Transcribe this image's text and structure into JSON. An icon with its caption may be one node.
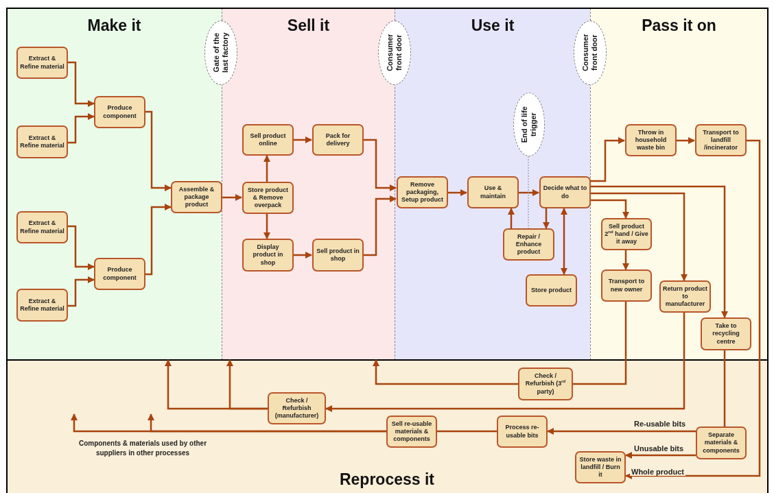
{
  "diagram": {
    "nodes": [
      {
        "text": [
          "Make it"
        ]
      },
      {
        "text": [
          "Sell it"
        ]
      },
      {
        "text": [
          "Use it"
        ]
      },
      {
        "text": [
          "Pass it on"
        ]
      },
      {
        "text": [
          "Reprocess it"
        ]
      },
      {
        "text": [
          "Gate of the last factory"
        ]
      },
      {
        "text": [
          "Consumer front door"
        ]
      },
      {
        "text": [
          "Consumer front door"
        ]
      },
      {
        "text": [
          "Extract & Refine material"
        ],
        "in": 0
      },
      {
        "text": [
          "Extract & Refine material"
        ],
        "in": 0
      },
      {
        "text": [
          "Extract & Refine material"
        ],
        "in": 0
      },
      {
        "text": [
          "Extract & Refine material"
        ],
        "in": 0
      },
      {
        "text": [
          "Produce component"
        ],
        "in": 0
      },
      {
        "text": [
          "Produce component"
        ],
        "in": 0
      },
      {
        "text": [
          "Assemble & package product"
        ],
        "in": 0
      },
      {
        "text": [
          "Store product & Remove overpack"
        ],
        "in": 1
      },
      {
        "text": [
          "Sell product online"
        ],
        "in": 1
      },
      {
        "text": [
          "Pack for delivery"
        ],
        "in": 1
      },
      {
        "text": [
          "Display product in shop"
        ],
        "in": 1
      },
      {
        "text": [
          "Sell product in shop"
        ],
        "in": 1
      },
      {
        "text": [
          "Remove packaging, Setup product"
        ],
        "in": 2
      },
      {
        "text": [
          "Use & maintain"
        ],
        "in": 2
      },
      {
        "text": [
          "End of life trigger"
        ],
        "in": 2
      },
      {
        "text": [
          "Decide what to do"
        ],
        "in": 2
      },
      {
        "text": [
          "Repair / Enhance product"
        ],
        "in": 2
      },
      {
        "text": [
          "Store product"
        ],
        "in": 2
      },
      {
        "text": [
          "Throw in household waste bin"
        ],
        "in": 3
      },
      {
        "text": [
          "Transport to landfill /incinerator"
        ],
        "in": 3
      },
      {
        "text": [
          "Sell product 2$^{nd}$ hand / Give it away"
        ],
        "in": 3
      },
      {
        "text": [
          "Transport to new owner"
        ],
        "in": 3
      },
      {
        "text": [
          "Return product to manufacturer"
        ],
        "in": 3
      },
      {
        "text": [
          "Take to recycling centre"
        ],
        "in": 3
      },
      {
        "text": [
          "Check / Refurbish (3$^{rd}$ party)"
        ],
        "in": 4
      },
      {
        "text": [
          "Check / Refurbish (manufacturer)"
        ],
        "in": 4
      },
      {
        "text": [
          "Sell re-usable materials & components"
        ],
        "in": 4
      },
      {
        "text": [
          "Process re-usable bits"
        ],
        "in": 4
      },
      {
        "text": [
          "Separate materials & components"
        ],
        "in": 4
      },
      {
        "text": [
          "Store waste in landfill / Burn it"
        ],
        "in": 4
      }
    ],
    "edges": [
      {
        "from": 8,
        "to": 12,
        "arrow": "to"
      },
      {
        "from": 9,
        "to": 12,
        "arrow": "to"
      },
      {
        "from": 10,
        "to": 13,
        "arrow": "to"
      },
      {
        "from": 11,
        "to": 13,
        "arrow": "to"
      },
      {
        "from": 12,
        "to": 14,
        "arrow": "to"
      },
      {
        "from": 13,
        "to": 14,
        "arrow": "to"
      },
      {
        "from": 14,
        "to": 15,
        "arrow": "to"
      },
      {
        "from": 15,
        "to": 16,
        "arrow": "to"
      },
      {
        "from": 15,
        "to": 18,
        "arrow": "to"
      },
      {
        "from": 16,
        "to": 17,
        "arrow": "to"
      },
      {
        "from": 18,
        "to": 19,
        "arrow": "to"
      },
      {
        "from": 17,
        "to": 20,
        "arrow": "to"
      },
      {
        "from": 19,
        "to": 20,
        "arrow": "to"
      },
      {
        "from": 20,
        "to": 21,
        "arrow": "to"
      },
      {
        "from": 21,
        "to": 23,
        "arrow": "to"
      },
      {
        "from": 23,
        "to": 24,
        "arrow": "to"
      },
      {
        "from": 24,
        "to": 21,
        "arrow": "to"
      },
      {
        "from": 23,
        "to": 25,
        "arrow": "both"
      },
      {
        "from": 23,
        "to": 26,
        "arrow": "to"
      },
      {
        "from": 26,
        "to": 27,
        "arrow": "to"
      },
      {
        "from": 27,
        "to": 37,
        "arrow": "to",
        "label": "Whole product"
      },
      {
        "from": 23,
        "to": 31,
        "arrow": "to"
      },
      {
        "from": 23,
        "to": 30,
        "arrow": "to"
      },
      {
        "from": 23,
        "to": 28,
        "arrow": "to"
      },
      {
        "from": 28,
        "to": 29,
        "arrow": "to"
      },
      {
        "from": 29,
        "to": 32,
        "arrow": "none"
      },
      {
        "from": 32,
        "to": 1,
        "arrow": "to"
      },
      {
        "from": 30,
        "to": 33,
        "arrow": "to"
      },
      {
        "from": 33,
        "to": 0,
        "arrow": "to"
      },
      {
        "from": 33,
        "to": 1,
        "arrow": "to"
      },
      {
        "from": 31,
        "to": 36,
        "arrow": "none"
      },
      {
        "from": 36,
        "to": 35,
        "arrow": "to",
        "label": "Re-usable bits"
      },
      {
        "from": 36,
        "to": 37,
        "arrow": "to",
        "label": "Unusable bits"
      },
      {
        "from": 35,
        "to": 34,
        "arrow": "none"
      },
      {
        "from": 34,
        "to": null,
        "arrow": "to"
      },
      {
        "from": 34,
        "to": null,
        "arrow": "to"
      },
      {
        "from": 22,
        "to": 24,
        "arrow": "none",
        "style": "dashed",
        "color": "#888888"
      }
    ],
    "labels": [
      "Components & materials used by other suppliers in other processes"
    ]
  }
}
